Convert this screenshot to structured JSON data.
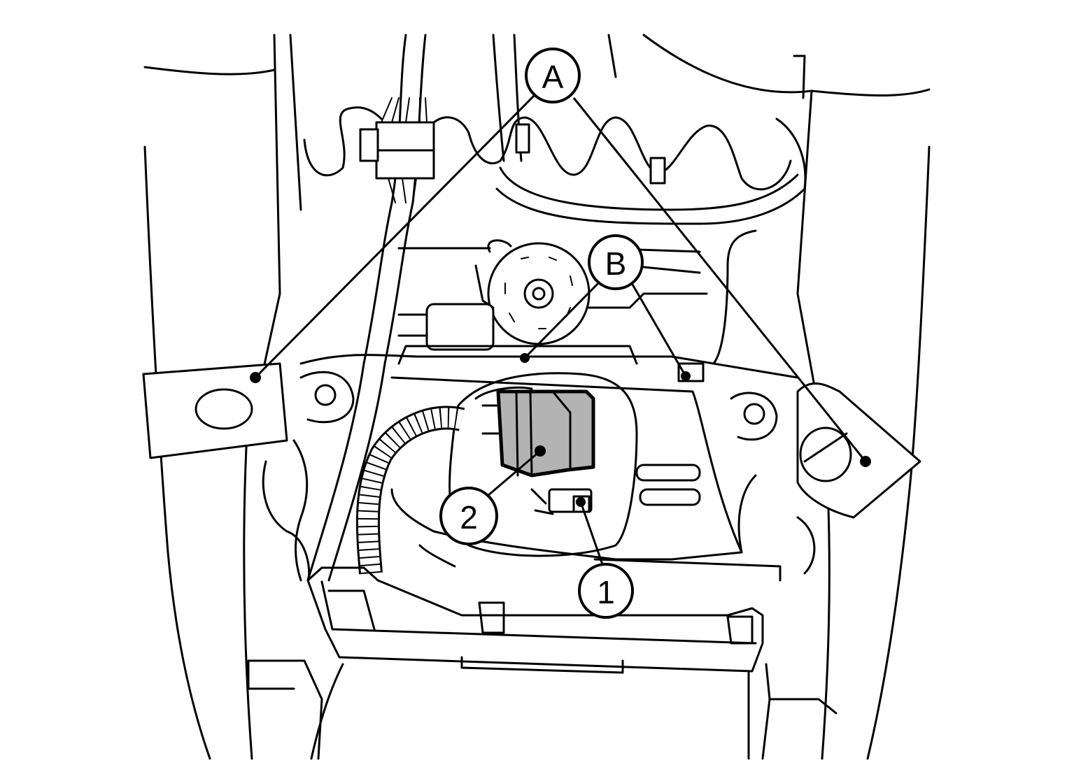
{
  "callouts": {
    "a": {
      "label": "A"
    },
    "b": {
      "label": "B"
    },
    "one": {
      "label": "1"
    },
    "two": {
      "label": "2"
    }
  },
  "colors": {
    "line": "#000000",
    "background": "#ffffff",
    "highlight_part": "#b3b3b3"
  }
}
